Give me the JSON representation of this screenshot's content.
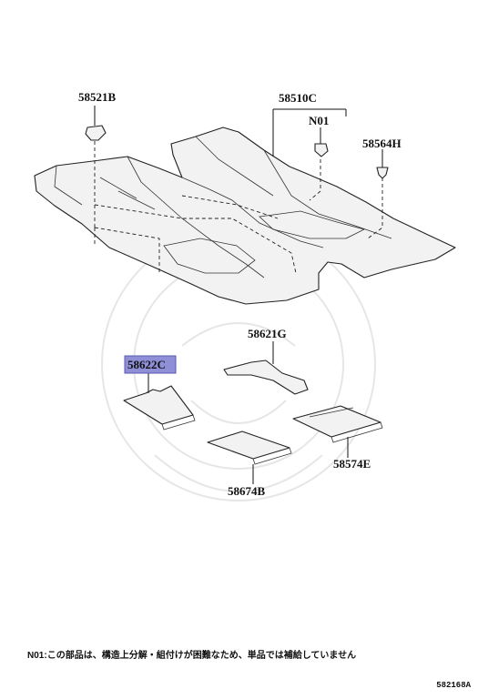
{
  "parts": [
    {
      "id": "58521B",
      "label": "58521B"
    },
    {
      "id": "58510C",
      "label": "58510C"
    },
    {
      "id": "N01",
      "label": "N01"
    },
    {
      "id": "58564H",
      "label": "58564H"
    },
    {
      "id": "58621G",
      "label": "58621G"
    },
    {
      "id": "58622C",
      "label": "58622C"
    },
    {
      "id": "58574E",
      "label": "58574E"
    },
    {
      "id": "58674B",
      "label": "58674B"
    }
  ],
  "highlight_color": "#8f8fd8",
  "footnote": {
    "code": "N01",
    "text": ":この部品は、構造上分解・組付けが困難なため、単品では補給していません"
  },
  "document_id": "582168A"
}
